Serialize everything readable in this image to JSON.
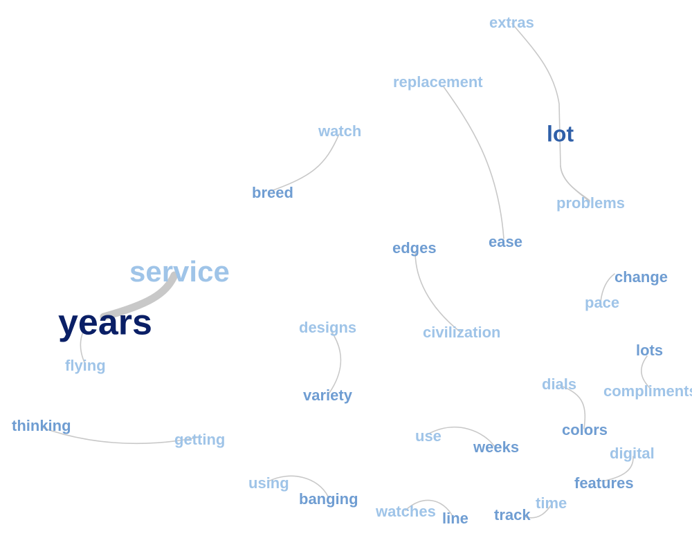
{
  "palette": {
    "light": "#9fc4e8",
    "mid": "#6f9dd2",
    "dark": "#2f5fa8",
    "darkest": "#0a1f66",
    "edge": "#c8c8c8"
  },
  "words": {
    "extras": "extras",
    "replacement": "replacement",
    "lot": "lot",
    "watch": "watch",
    "breed": "breed",
    "problems": "problems",
    "edges": "edges",
    "ease": "ease",
    "service": "service",
    "change": "change",
    "pace": "pace",
    "years": "years",
    "designs": "designs",
    "civilization": "civilization",
    "flying": "flying",
    "lots": "lots",
    "dials": "dials",
    "compliments": "compliments",
    "variety": "variety",
    "thinking": "thinking",
    "getting": "getting",
    "use": "use",
    "colors": "colors",
    "weeks": "weeks",
    "digital": "digital",
    "features": "features",
    "using": "using",
    "banging": "banging",
    "time": "time",
    "watches": "watches",
    "line": "line",
    "track": "track"
  },
  "links": [
    {
      "from": "extras",
      "to": "lot"
    },
    {
      "from": "lot",
      "to": "problems"
    },
    {
      "from": "replacement",
      "to": "ease"
    },
    {
      "from": "watch",
      "to": "breed"
    },
    {
      "from": "edges",
      "to": "civilization"
    },
    {
      "from": "change",
      "to": "pace"
    },
    {
      "from": "service",
      "to": "years",
      "strong": true
    },
    {
      "from": "years",
      "to": "flying"
    },
    {
      "from": "designs",
      "to": "variety"
    },
    {
      "from": "lots",
      "to": "compliments"
    },
    {
      "from": "dials",
      "to": "colors"
    },
    {
      "from": "thinking",
      "to": "getting"
    },
    {
      "from": "use",
      "to": "weeks"
    },
    {
      "from": "digital",
      "to": "features"
    },
    {
      "from": "using",
      "to": "banging"
    },
    {
      "from": "time",
      "to": "track"
    },
    {
      "from": "watches",
      "to": "line"
    }
  ]
}
